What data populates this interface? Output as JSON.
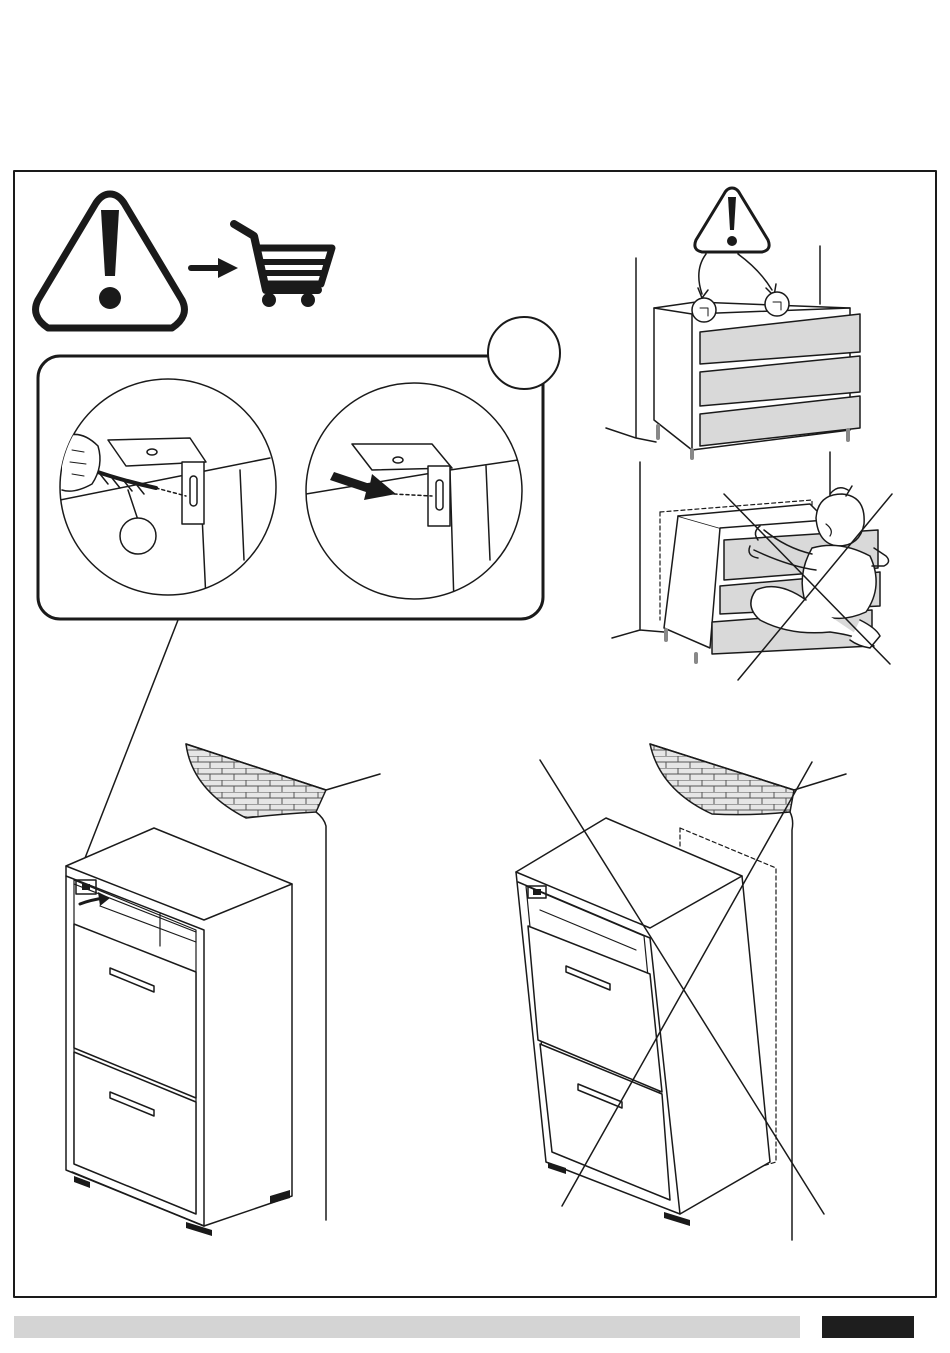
{
  "document": {
    "type": "assembly-instruction-page",
    "step_number_label": "",
    "page_number": "",
    "colors": {
      "line": "#1a1a1a",
      "drawer_fill": "#d9d9d9",
      "brick_fill": "#e6e6e6",
      "footer_bar": "#d4d4d4",
      "footer_block": "#1e1e1e"
    }
  },
  "icons": {
    "warning": "warning-triangle-icon",
    "arrow": "arrow-right-icon",
    "cart": "shopping-cart-icon",
    "drill": "drill-icon",
    "push_arrow": "push-arrow-icon"
  },
  "panels": {
    "detail_left": "drill-hole-detail",
    "detail_right": "insert-anchor-detail",
    "correct": "anchored-cabinet",
    "incorrect": "tipping-cabinet-crossed-out",
    "child_hazard": "child-climbing-drawers-crossed-out"
  }
}
